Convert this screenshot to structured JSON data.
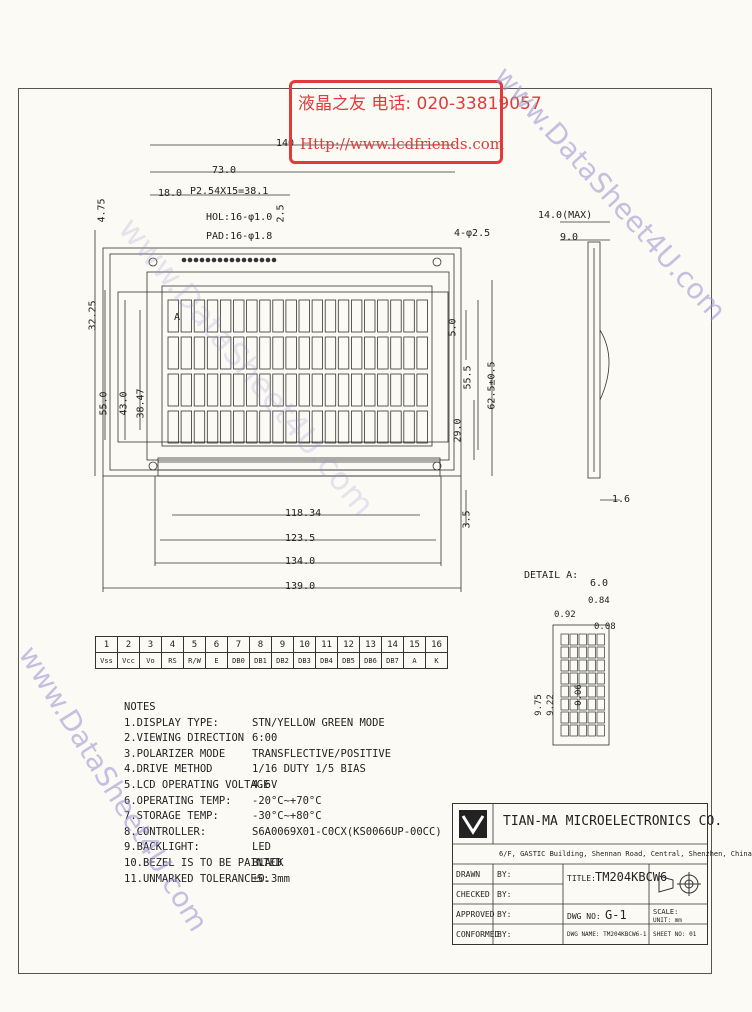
{
  "stamp": {
    "line1": "液晶之友 电话: 020-33819057",
    "line2": "Http://www.lcdfriends.com"
  },
  "watermark": "www.DataSheet4U.com",
  "dimensions": {
    "top_total": "140",
    "d73": "73.0",
    "d18": "18.0",
    "pitch": "P2.54X15=38.1",
    "hole1": "HOL:16-φ1.0",
    "hole2": "PAD:16-φ1.8",
    "d25": "2.5",
    "d475": "4.75",
    "hole_corner": "4-φ2.5",
    "d5": "5.0",
    "d3225": "32.25",
    "d55": "55.0",
    "d43": "43.0",
    "d3847": "38.47",
    "d555": "55.5",
    "d6254": "62.5±0.5",
    "d29": "29.0",
    "a_marker": "A",
    "d11834": "118.34",
    "d1235": "123.5",
    "d134": "134.0",
    "d139": "139.0",
    "d35": "3.5",
    "d14max": "14.0(MAX)",
    "d9": "9.0",
    "d16": "1.6"
  },
  "detail": {
    "title": "DETAIL A:",
    "d60": "6.0",
    "d084": "0.84",
    "d092": "0.92",
    "d008": "0.08",
    "d975": "9.75",
    "d922": "9.22",
    "d006": "0.06"
  },
  "pins": {
    "numbers": [
      "1",
      "2",
      "3",
      "4",
      "5",
      "6",
      "7",
      "8",
      "9",
      "10",
      "11",
      "12",
      "13",
      "14",
      "15",
      "16"
    ],
    "names": [
      "Vss",
      "Vcc",
      "Vo",
      "RS",
      "R/W",
      "E",
      "DB0",
      "DB1",
      "DB2",
      "DB3",
      "DB4",
      "DB5",
      "DB6",
      "DB7",
      "A",
      "K"
    ]
  },
  "notes": {
    "title": "NOTES",
    "items": [
      {
        "k": "1.DISPLAY TYPE:",
        "v": "STN/YELLOW GREEN MODE"
      },
      {
        "k": "2.VIEWING DIRECTION",
        "v": "6:00"
      },
      {
        "k": "3.POLARIZER MODE",
        "v": "TRANSFLECTIVE/POSITIVE"
      },
      {
        "k": "4.DRIVE METHOD",
        "v": "1/16 DUTY  1/5 BIAS"
      },
      {
        "k": "5.LCD OPERATING VOLTAGE",
        "v": "4.6V"
      },
      {
        "k": "6.OPERATING TEMP:",
        "v": "-20°C~+70°C"
      },
      {
        "k": "7.STORAGE TEMP:",
        "v": "-30°C~+80°C"
      },
      {
        "k": "8.CONTROLLER:",
        "v": "S6A0069X01-C0CX(KS0066UP-00CC)"
      },
      {
        "k": "9.BACKLIGHT:",
        "v": "LED"
      },
      {
        "k": "10.BEZEL IS TO BE PAINTED",
        "v": "BLACK"
      },
      {
        "k": "11.UNMARKED TOLERANCES:",
        "v": "±0.3mm"
      }
    ]
  },
  "title_block": {
    "company": "TIAN-MA MICROELECTRONICS CO.",
    "address": "6/F, GASTIC Building, Shennan Road, Central, Shenzhen, China",
    "drawn": "DRAWN",
    "checked": "CHECKED",
    "approved": "APPROVED",
    "conformed": "CONFORMED",
    "by": "BY:",
    "title_label": "TITLE:",
    "title": "TM204KBCW6",
    "dwg_label": "DWG NO:",
    "dwg": "G-1",
    "scale": "SCALE:",
    "unit": "UNIT: mm",
    "dwg_name": "DWG NAME: TM204KBCW6-1",
    "sheet": "SHEET NO: 01"
  }
}
